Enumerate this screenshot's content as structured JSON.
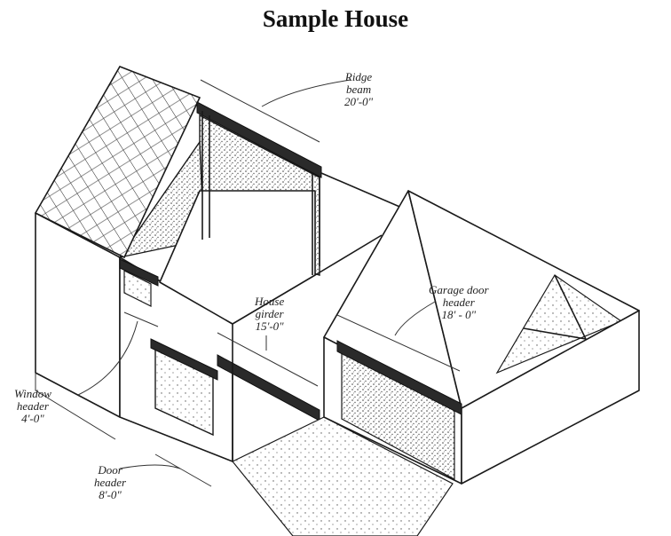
{
  "diagram": {
    "title": "Sample House",
    "labels": {
      "ridge_beam": [
        "Ridge",
        "beam",
        "20'-0\""
      ],
      "house_girder": [
        "House",
        "girder",
        "15'-0\""
      ],
      "garage_door_header": [
        "Garage door",
        "header",
        "18' - 0\""
      ],
      "window_header": [
        "Window",
        "header",
        "4'-0\""
      ],
      "door_header": [
        "Door",
        "header",
        "8'-0\""
      ]
    }
  },
  "colors": {
    "ink": "#1a1a1a",
    "paper": "#ffffff",
    "beam": "#2a2a2a"
  }
}
